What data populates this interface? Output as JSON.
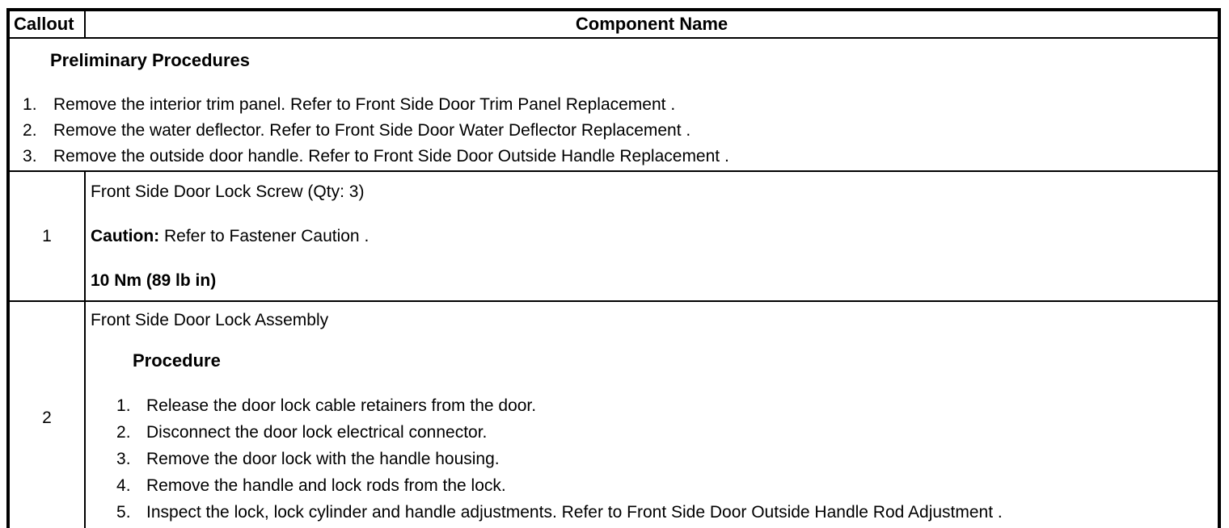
{
  "table": {
    "header": {
      "callout": "Callout",
      "component_name": "Component Name"
    },
    "preliminary": {
      "title": "Preliminary Procedures",
      "steps": [
        "Remove the interior trim panel. Refer to Front Side Door Trim Panel Replacement .",
        "Remove the water deflector. Refer to Front Side Door Water Deflector Replacement .",
        "Remove the outside door handle. Refer to Front Side Door Outside Handle Replacement ."
      ]
    },
    "rows": [
      {
        "callout": "1",
        "name": "Front Side Door Lock Screw (Qty: 3)",
        "caution_label": "Caution:",
        "caution_text": " Refer to Fastener Caution .",
        "torque": "10 Nm (89 lb in)"
      },
      {
        "callout": "2",
        "name": "Front Side Door Lock Assembly",
        "procedure_title": "Procedure",
        "steps": [
          "Release the door lock cable retainers from the door.",
          "Disconnect the door lock electrical connector.",
          "Remove the door lock with the handle housing.",
          "Remove the handle and lock rods from the lock.",
          "Inspect the lock, lock cylinder and handle adjustments. Refer to Front Side Door Outside Handle Rod Adjustment ."
        ]
      }
    ]
  }
}
